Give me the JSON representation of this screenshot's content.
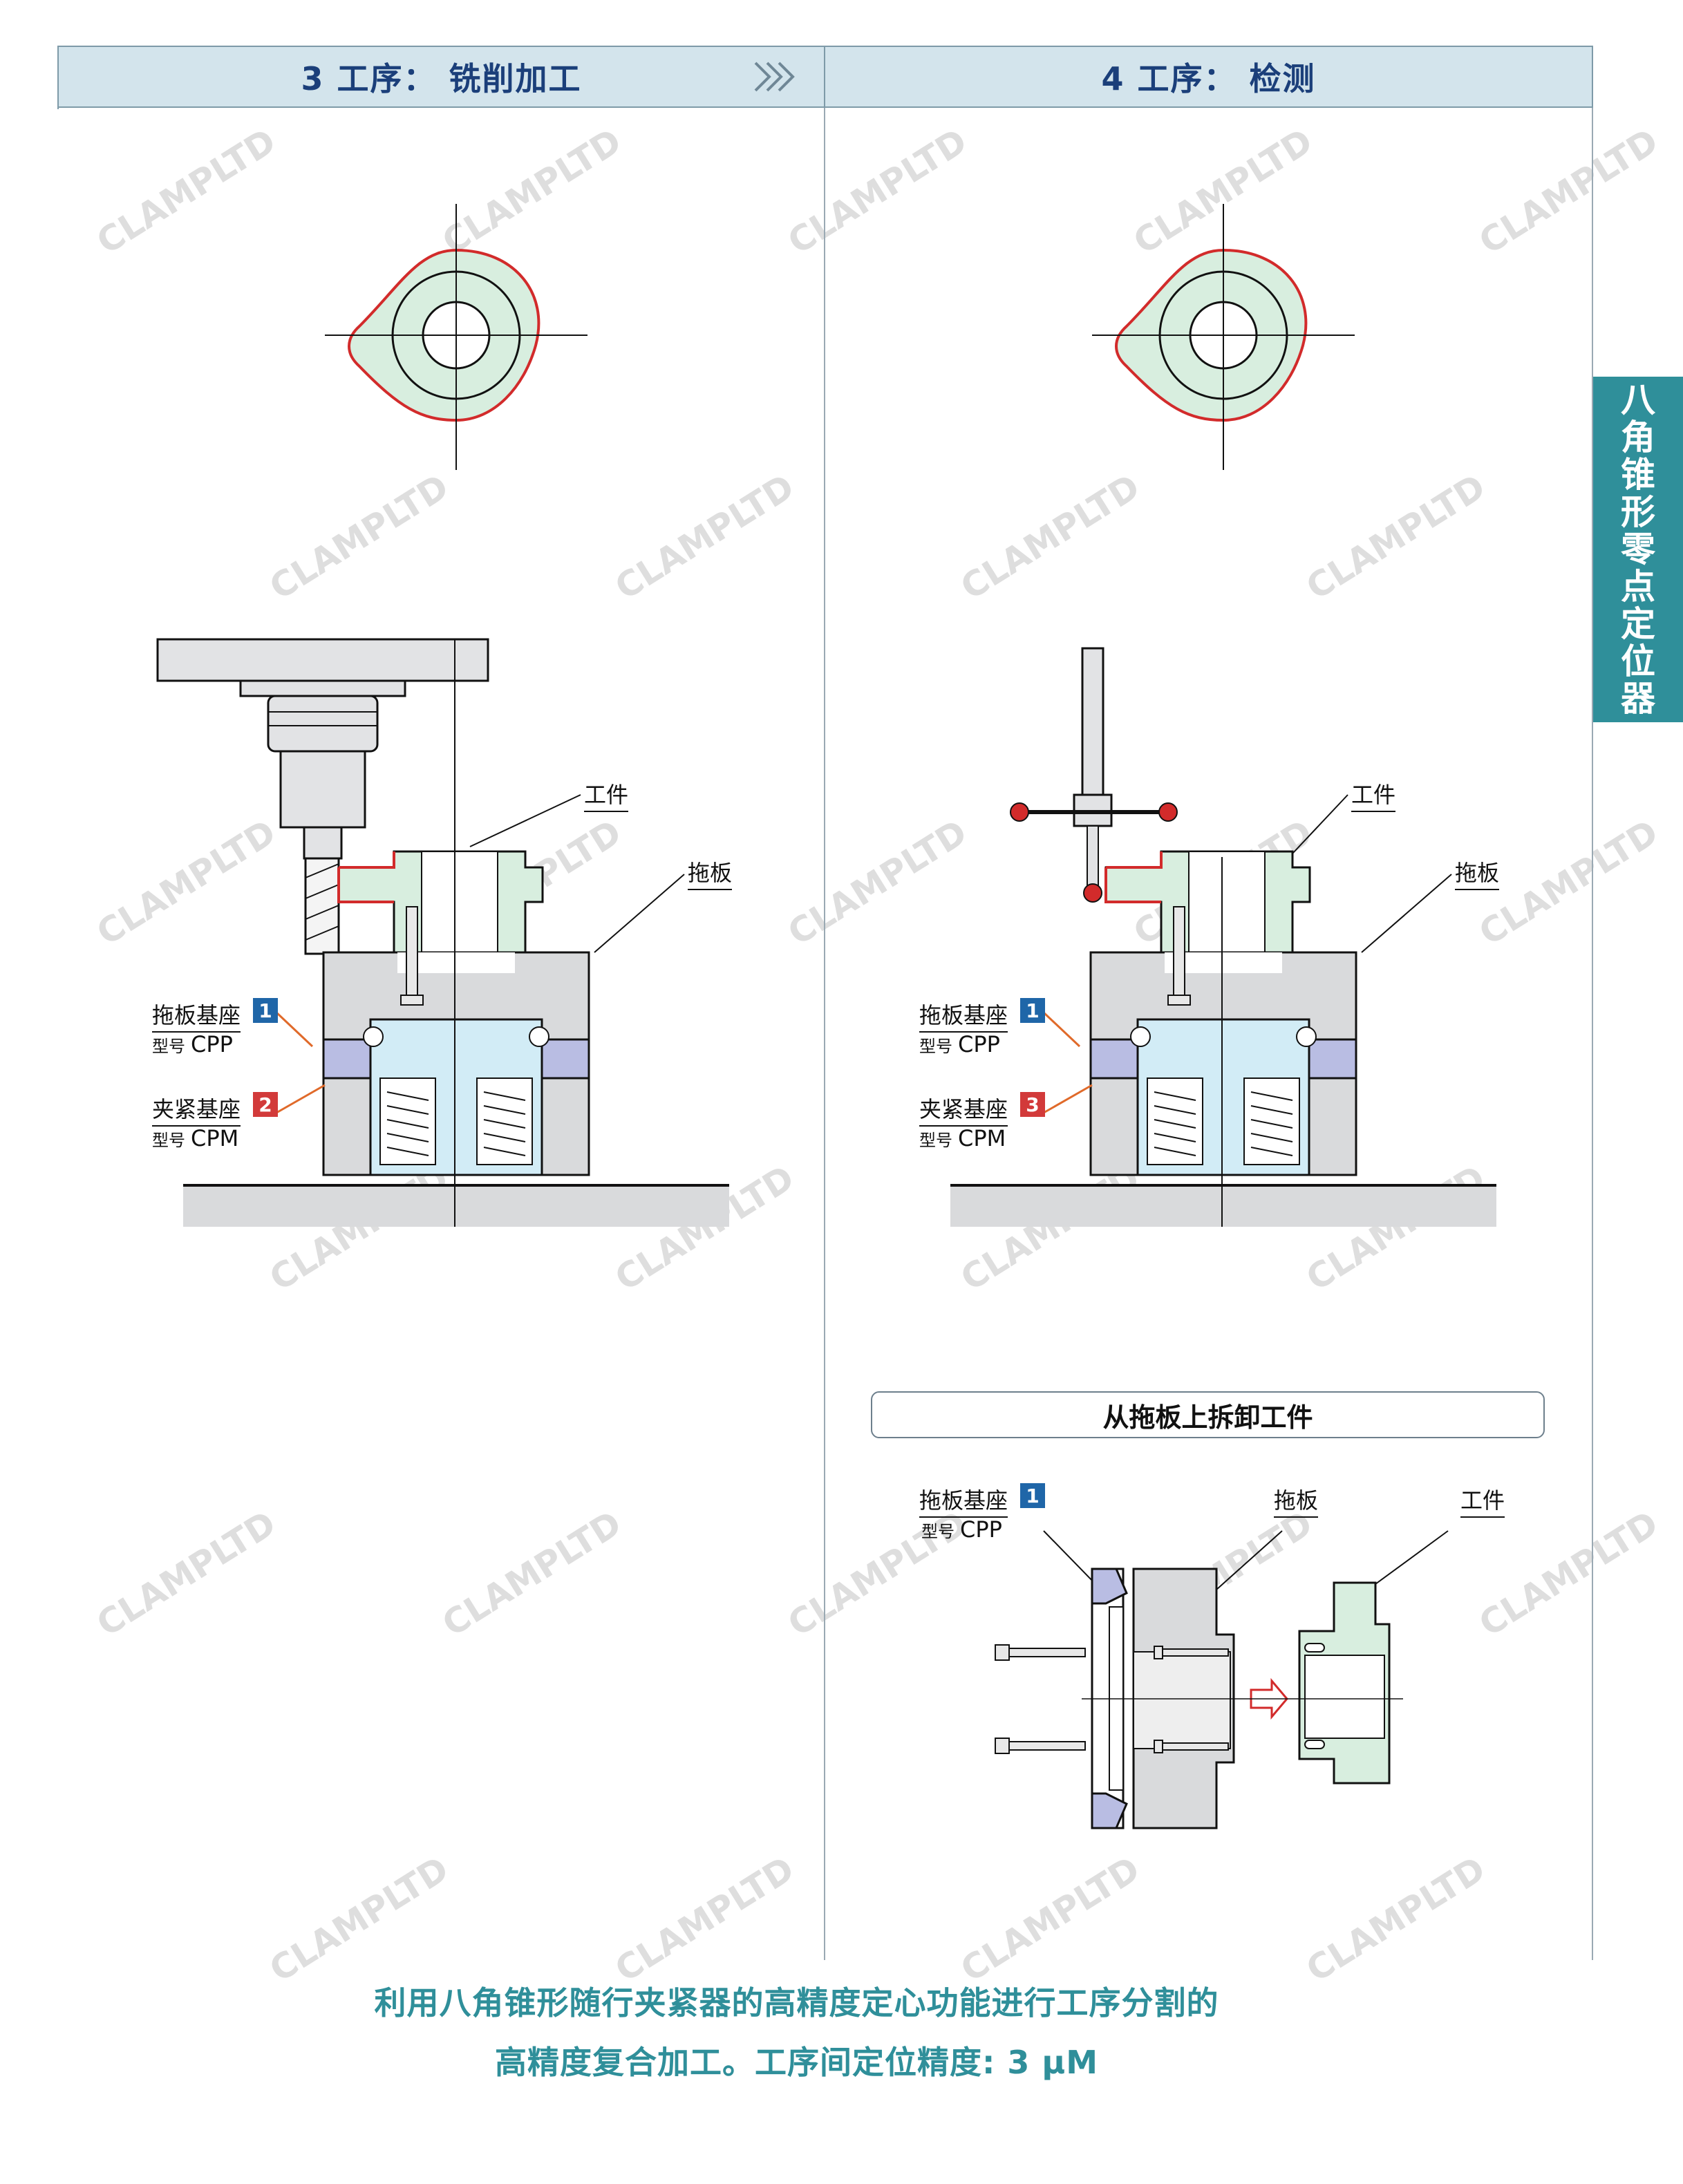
{
  "header": {
    "step3": "3 工序： 铣削加工",
    "step4": "4 工序： 检测",
    "arrow_icon": "triple-chevron-right"
  },
  "side_tab": {
    "chars": [
      "八",
      "角",
      "锥",
      "形",
      "零",
      "点",
      "定",
      "位",
      "器"
    ]
  },
  "left_panel": {
    "workpiece_label": "工件",
    "pallet_label": "拖板",
    "pallet_base_label": "拖板基座",
    "pallet_base_badge": "1",
    "pallet_base_model": "CPP",
    "clamp_base_label": "夹紧基座",
    "clamp_base_badge": "2",
    "clamp_base_model": "CPM",
    "model_prefix": "型号"
  },
  "right_panel": {
    "workpiece_label": "工件",
    "pallet_label": "拖板",
    "pallet_base_label": "拖板基座",
    "pallet_base_badge": "1",
    "pallet_base_model": "CPP",
    "clamp_base_label": "夹紧基座",
    "clamp_base_badge": "3",
    "clamp_base_model": "CPM",
    "model_prefix": "型号"
  },
  "removal": {
    "title": "从拖板上拆卸工件",
    "pallet_base_label": "拖板基座",
    "pallet_base_badge": "1",
    "pallet_base_model": "CPP",
    "model_prefix": "型号",
    "pallet_label": "拖板",
    "workpiece_label": "工件"
  },
  "caption": {
    "line1": "利用八角锥形随行夹紧器的高精度定心功能进行工序分割的",
    "line2": "高精度复合加工。工序间定位精度: 3 μM"
  },
  "watermark": "CLAMPLTD",
  "colors": {
    "header_bg": "#d3e4ec",
    "header_text": "#1b3f7a",
    "side_tab": "#2f8f9a",
    "caption": "#2f8f9a",
    "workpiece_fill": "#d8eedf",
    "workpiece_edge": "#d22b2b",
    "pallet_fill": "#d9dadc",
    "base_fill": "#b9bde3",
    "clamp_fill": "#d2ecf6",
    "badge_blue": "#1f66a8",
    "badge_red": "#d23a3a",
    "leader_orange": "#e06a2a"
  }
}
